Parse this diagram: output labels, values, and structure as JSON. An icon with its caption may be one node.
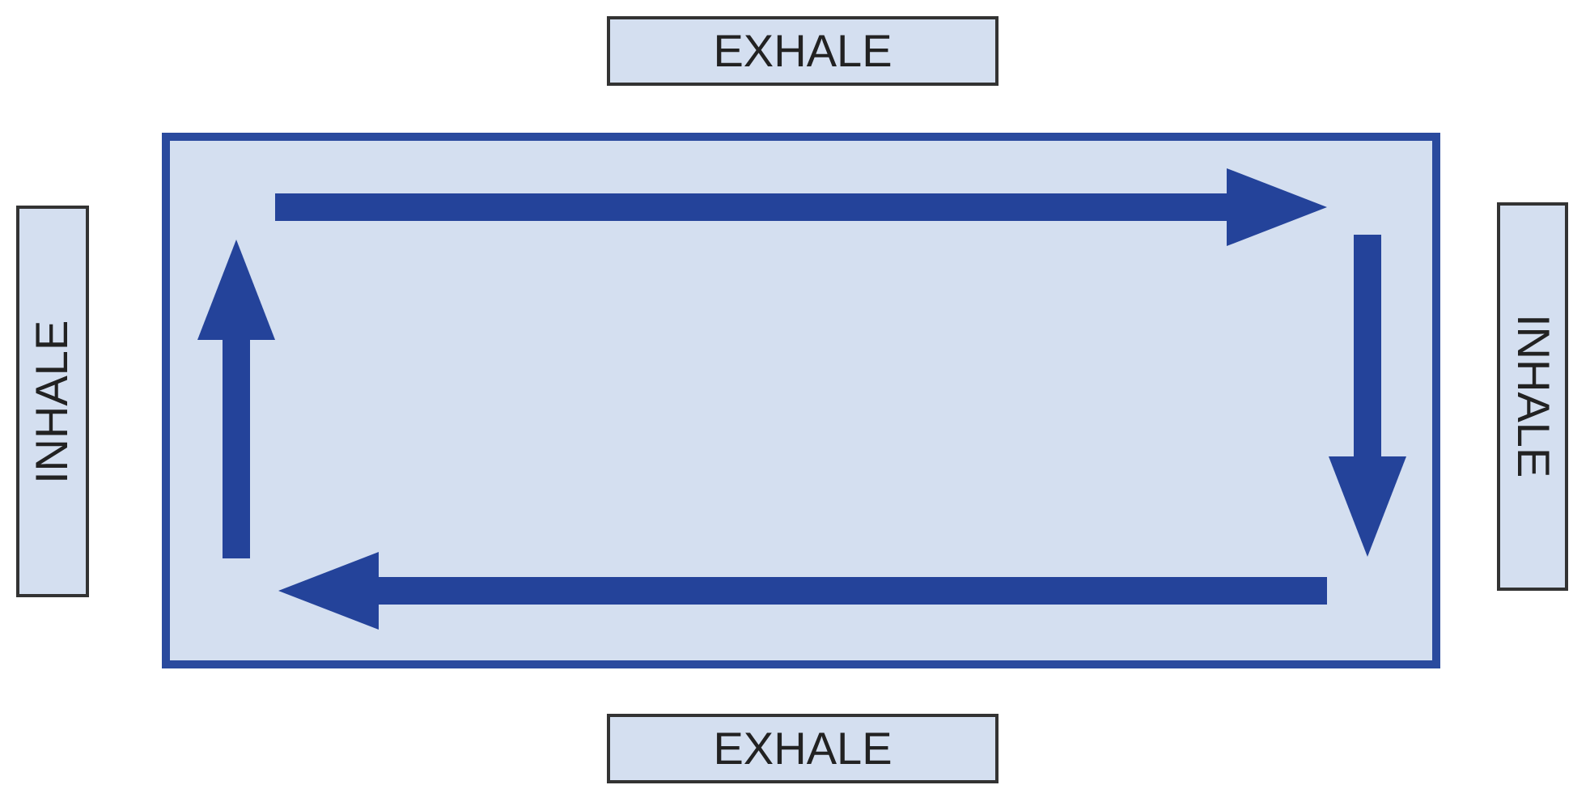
{
  "diagram": {
    "nodes": [
      {
        "text": [
          "EXHALE"
        ]
      },
      {
        "text": [
          "INHALE"
        ]
      },
      {
        "text": [],
        "shape": "box"
      },
      {
        "text": [
          "INHALE"
        ]
      },
      {
        "text": [
          "EXHALE"
        ]
      }
    ]
  }
}
